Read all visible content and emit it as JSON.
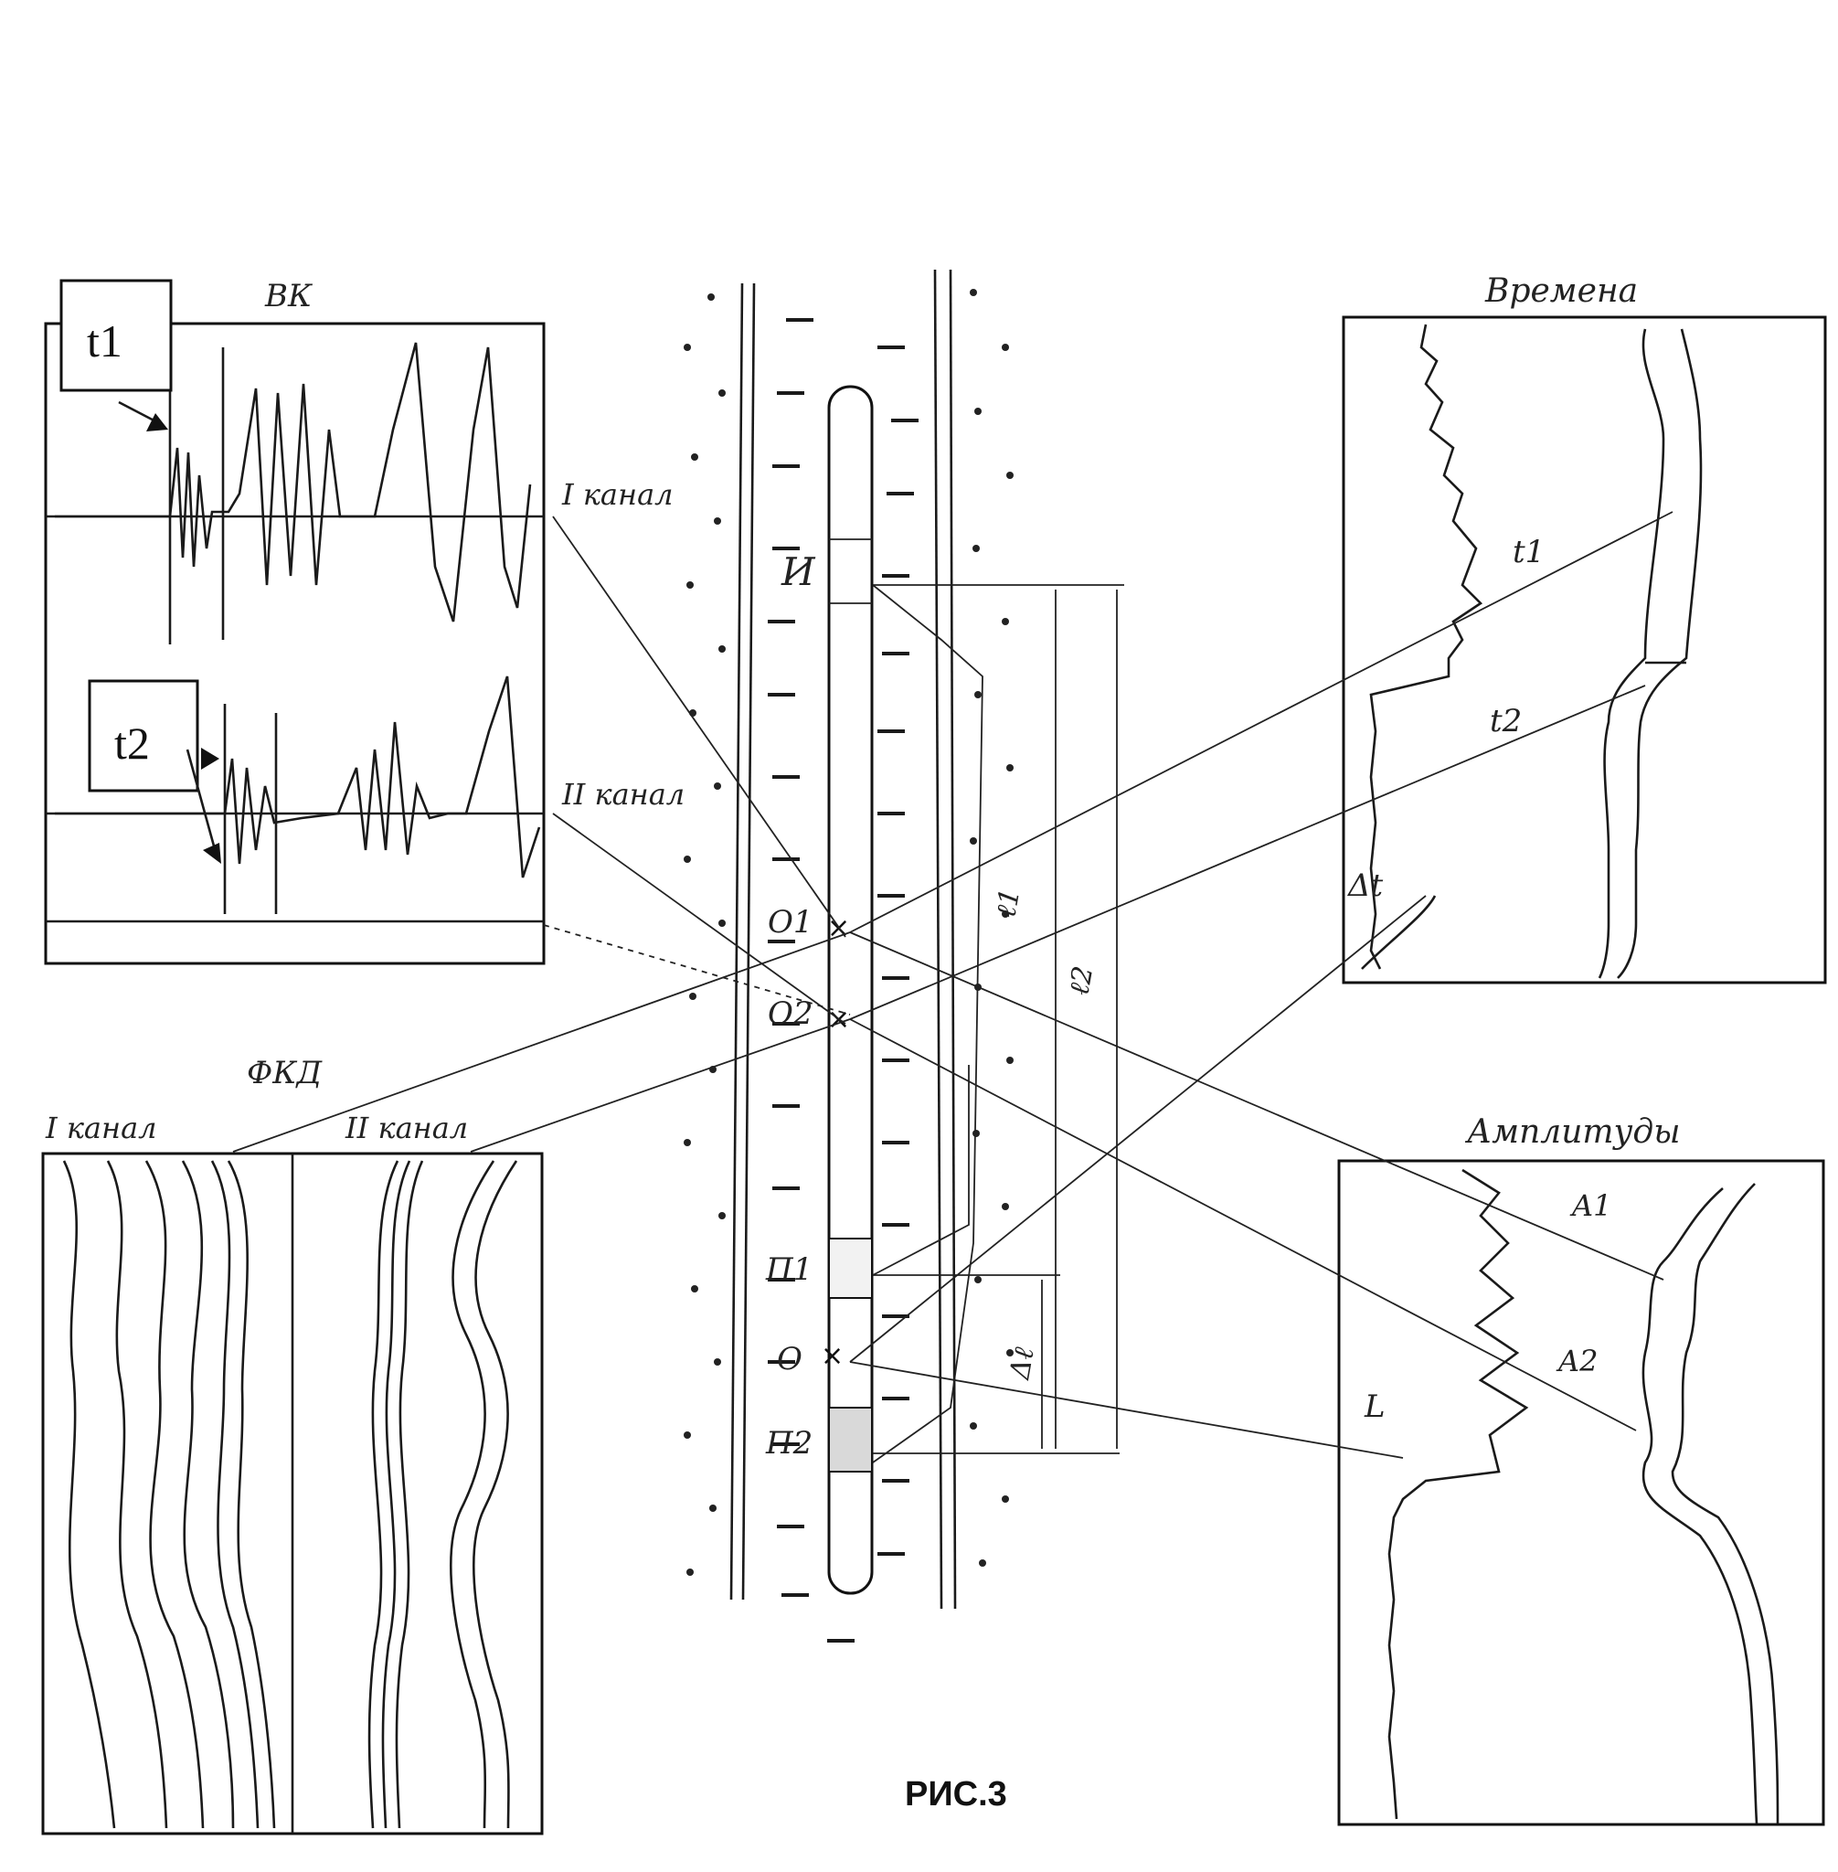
{
  "figure": {
    "caption": "РИС.3",
    "panels": {
      "vk": {
        "title": "ВК",
        "channel1": "I канал",
        "channel2": "II канал",
        "marker1": "t1",
        "marker2": "t2"
      },
      "fkd": {
        "title": "ФКД",
        "channel1": "I канал",
        "channel2": "II канал"
      },
      "times": {
        "title": "Времена",
        "t1": "t1",
        "t2": "t2",
        "dt": "Δt"
      },
      "amplitudes": {
        "title": "Амплитуды",
        "a1": "A1",
        "a2": "A2",
        "l": "L"
      }
    },
    "tool": {
      "source": "И",
      "receiver1": "П1",
      "receiver2": "П2",
      "point1": "O1",
      "point2": "O2",
      "point0": "O",
      "dist1": "ℓ1",
      "dist2": "ℓ2",
      "delta": "Δℓ"
    }
  }
}
